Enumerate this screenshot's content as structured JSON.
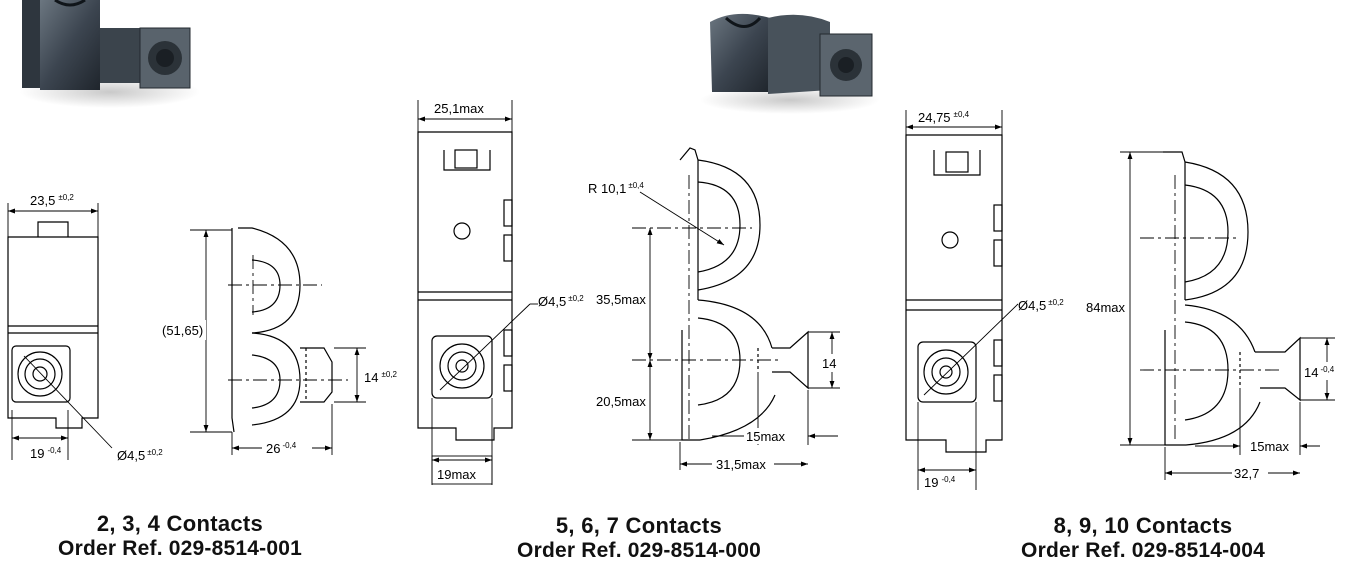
{
  "products": [
    {
      "title": "2, 3, 4 Contacts",
      "order_ref": "Order Ref. 029-8514-001",
      "dims": {
        "width_top": "23,5",
        "width_top_tol": "±0,2",
        "height": "(51,65)",
        "width_bottom": "19",
        "width_bottom_tol": "-0,4",
        "hole": "Ø4,5",
        "hole_tol": "±0,2",
        "side_height": "14",
        "side_height_tol": "±0,2",
        "side_width": "26",
        "side_width_tol": "-0,4"
      }
    },
    {
      "title": "5, 6, 7 Contacts",
      "order_ref": "Order Ref. 029-8514-000",
      "dims": {
        "width_top": "25,1max",
        "radius": "R 10,1",
        "radius_tol": "±0,4",
        "hole": "Ø4,5",
        "hole_tol": "±0,2",
        "pitch": "35,5max",
        "lower": "20,5max",
        "side_height": "14",
        "width_bottom": "19max",
        "side_depth": "15max",
        "side_width": "31,5max"
      }
    },
    {
      "title": "8, 9, 10 Contacts",
      "order_ref": "Order Ref. 029-8514-004",
      "dims": {
        "width_top": "24,75",
        "width_top_tol": "±0,4",
        "hole": "Ø4,5",
        "hole_tol": "±0,2",
        "height": "84max",
        "side_height": "14",
        "side_height_tol": "-0,4",
        "side_depth": "15max",
        "side_width": "32,7",
        "width_bottom": "19",
        "width_bottom_tol": "-0,4"
      }
    }
  ]
}
